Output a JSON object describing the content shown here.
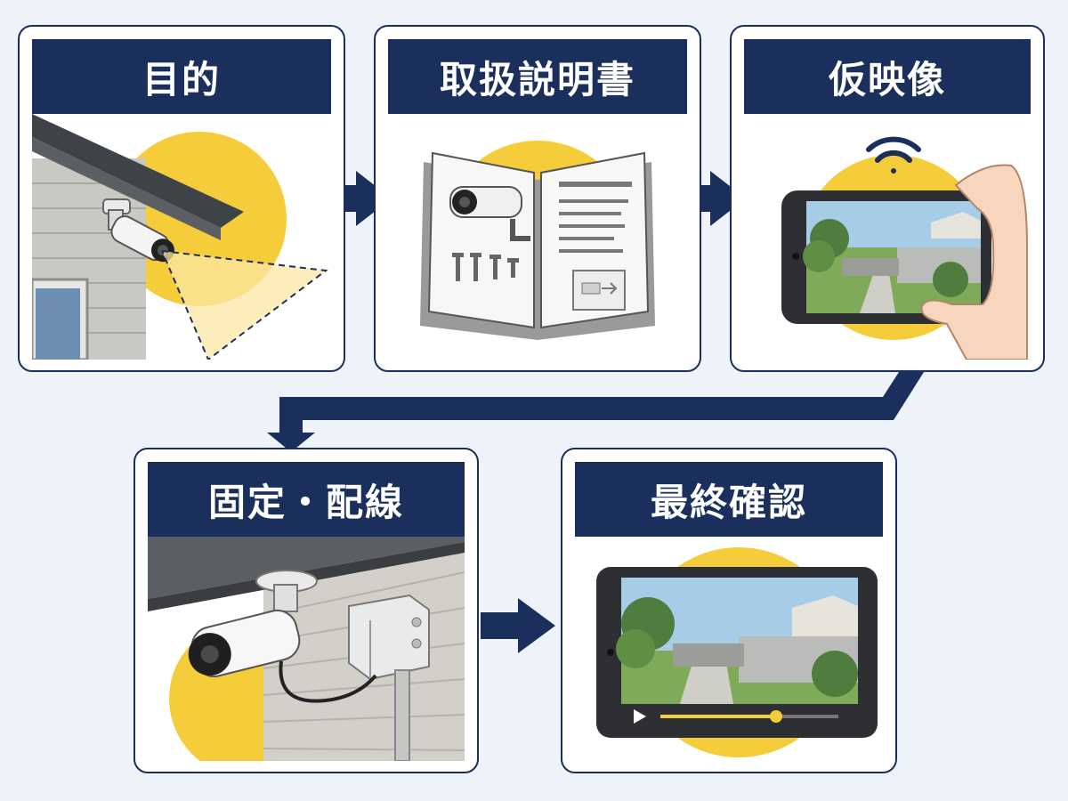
{
  "steps": [
    {
      "title": "目的"
    },
    {
      "title": "取扱説明書"
    },
    {
      "title": "仮映像"
    },
    {
      "title": "固定・配線"
    },
    {
      "title": "最終確認"
    }
  ],
  "colors": {
    "navy": "#1b2f5c",
    "accent_yellow": "#f5cd3a",
    "background": "#eef3fa"
  },
  "icons": [
    "security-camera-icon",
    "manual-book-icon",
    "smartphone-preview-icon",
    "wifi-icon",
    "junction-box-icon",
    "video-monitor-icon",
    "play-icon"
  ]
}
